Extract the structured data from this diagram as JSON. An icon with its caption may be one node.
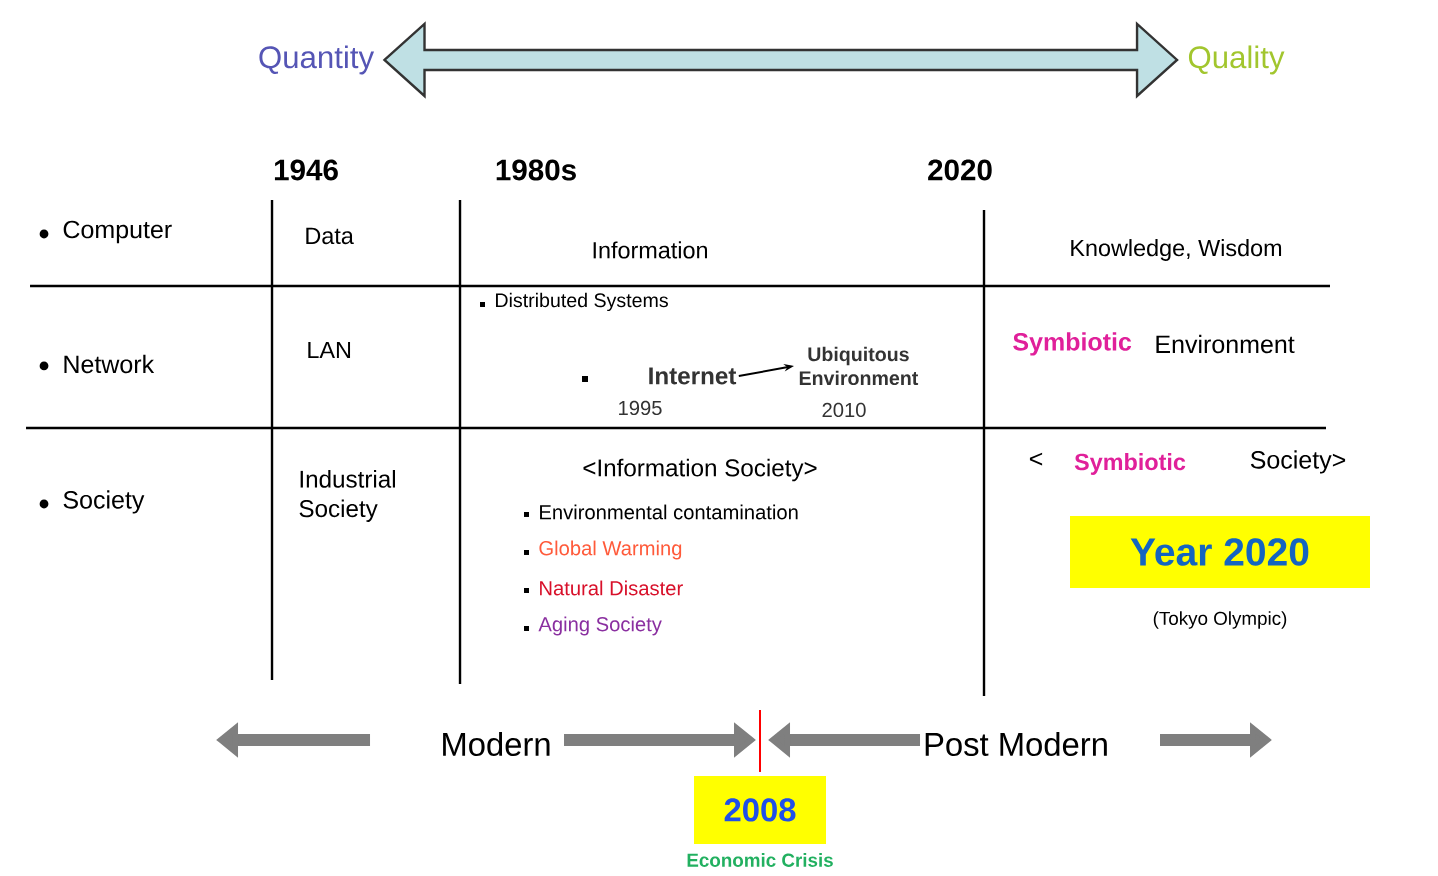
{
  "diagram": {
    "nodes": [
      {
        "text": [
          "Quantity"
        ]
      },
      {
        "text": [
          "Quality"
        ]
      },
      {
        "text": [
          "Internet"
        ],
        "beside": [
          "1995"
        ]
      },
      {
        "text": [
          "Ubiquitous Environment"
        ],
        "beside": [
          "2010"
        ]
      },
      {
        "text": [
          "Year 2020"
        ]
      },
      {
        "text": [
          "2008"
        ],
        "beside": [
          "Economic Crisis"
        ]
      }
    ],
    "edges": [
      {
        "from": 0,
        "to": 1,
        "arrow": "both",
        "style": "thick",
        "color": "#bfe0e4"
      },
      {
        "from": 2,
        "to": 3,
        "arrow": "to"
      }
    ],
    "labels": [
      "1946",
      "1980s",
      "2020",
      "Computer",
      "Data",
      "Information",
      "Knowledge, Wisdom",
      "Distributed Systems",
      "Network",
      "LAN",
      "Symbiotic",
      "Environment",
      "Society",
      "Industrial Society",
      "<Information Society>",
      "<",
      "Symbiotic",
      "Society>",
      "Environmental contamination",
      "Global Warming",
      "Natural Disaster",
      "Aging Society",
      "(Tokyo Olympic)",
      "Modern",
      "Post Modern"
    ]
  }
}
